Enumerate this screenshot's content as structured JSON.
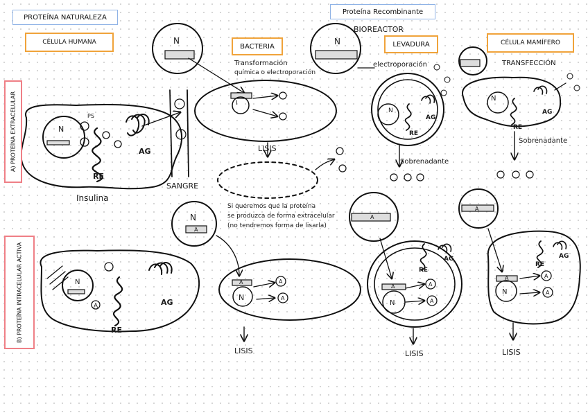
{
  "headers": {
    "natural": "PROTEÍNA NATURALEZA",
    "recombinante": "Proteína Recombinante",
    "bioreactor": "BIOREACTOR"
  },
  "hosts": {
    "human": "CÉLULA HUMANA",
    "bacteria": "BACTERIA",
    "yeast": "LEVADURA",
    "mammal": "CÉLULA MAMÍFERO"
  },
  "sections": {
    "a": "A) PROTEÍNA EXTRACELULAR",
    "b": "B) PROTEÍNA INTRACELULAR ACTIVA"
  },
  "labels": {
    "N": "N",
    "RE": "RE",
    "AG": "AG",
    "I": "I",
    "A": "A",
    "PS": "PS",
    "insulina": "Insulina",
    "sangre": "SANGRE",
    "lisis": "LISIS",
    "sobrenadante": "Sobrenadante",
    "transformacion_1": "Transformación",
    "transformacion_2": "química o electroporación",
    "electroporacion": "electroporación",
    "transfeccion": "TRANSFECCIÓN",
    "note_1": "Si queremos que la proteína",
    "note_2": "se produzca de forma extracelular",
    "note_3": "(no tendremos forma de lisarla)"
  }
}
